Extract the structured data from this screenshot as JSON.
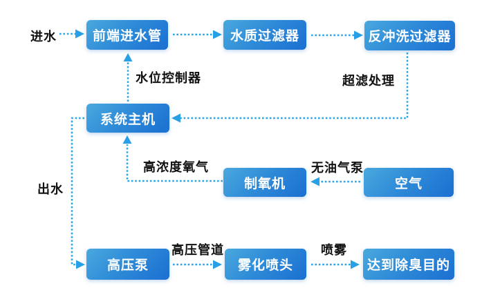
{
  "diagram": {
    "background": "#ffffff",
    "colors": {
      "node_gradient_start": "#4aa8de",
      "node_gradient_end": "#1b6fd1",
      "node_text": "#ffffff",
      "connector": "#29a4e3",
      "edge_label_text": "#111111"
    },
    "nodes": [
      {
        "id": "front-inlet-pipe",
        "label": "前端进水管"
      },
      {
        "id": "water-quality-filter",
        "label": "水质过滤器"
      },
      {
        "id": "backwash-filter",
        "label": "反冲洗过滤器"
      },
      {
        "id": "system-host",
        "label": "系统主机"
      },
      {
        "id": "oxygen-generator",
        "label": "制氧机"
      },
      {
        "id": "air",
        "label": "空气"
      },
      {
        "id": "high-pressure-pump",
        "label": "高压泵"
      },
      {
        "id": "atomizing-nozzle",
        "label": "雾化喷头"
      },
      {
        "id": "deodorize-goal",
        "label": "达到除臭目的"
      }
    ],
    "edge_labels": [
      {
        "id": "inflow",
        "text": "进水"
      },
      {
        "id": "water-level-controller",
        "text": "水位控制器"
      },
      {
        "id": "ultrafiltration",
        "text": "超滤处理"
      },
      {
        "id": "high-concentration-oxygen",
        "text": "高浓度氧气"
      },
      {
        "id": "oil-free-air-pump",
        "text": "无油气泵"
      },
      {
        "id": "outflow",
        "text": "出水"
      },
      {
        "id": "high-pressure-pipeline",
        "text": "高压管道"
      },
      {
        "id": "spray",
        "text": "喷雾"
      }
    ]
  }
}
